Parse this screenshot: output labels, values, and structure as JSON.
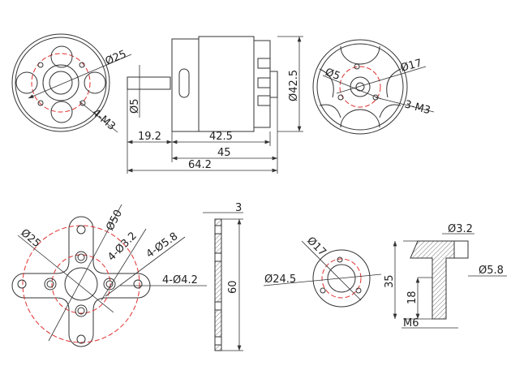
{
  "motor_front": {
    "hole_circle": "Ø25",
    "mount_holes": "4-M3"
  },
  "motor_side": {
    "shaft_diameter": "Ø5",
    "shaft_length": "19.2",
    "body_length": "42.5",
    "total_body": "45",
    "total_length": "64.2",
    "body_diameter": "Ø42.5"
  },
  "motor_rear": {
    "shaft": "Ø5",
    "hole_circle": "Ø17",
    "holes": "3-M3"
  },
  "cross_mount": {
    "outer": "Ø50",
    "inner": "Ø25",
    "hole_a": "4-Ø3.2",
    "hole_b": "4-Ø5.8",
    "hole_c": "4-Ø4.2"
  },
  "mount_side": {
    "thickness": "3",
    "length": "60"
  },
  "prop_adapter_front": {
    "outer": "Ø24.5",
    "hole_circle": "Ø17"
  },
  "prop_adapter_side": {
    "hole": "Ø3.2",
    "flange": "Ø5.8",
    "height": "35",
    "thread_length": "18",
    "thread": "M6"
  }
}
